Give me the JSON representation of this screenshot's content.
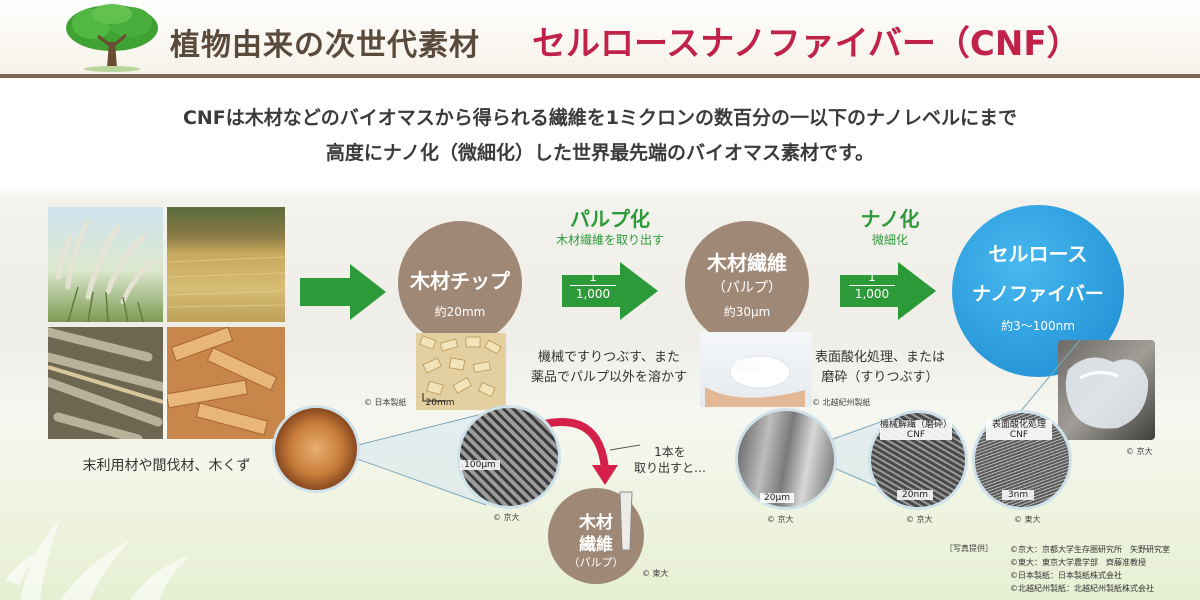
{
  "header": {
    "title_main": "植物由来の次世代素材",
    "title_accent": "セルロースナノファイバー（CNF）"
  },
  "intro": {
    "line1": "CNFは木材などのバイオマスから得られる繊維を1ミクロンの数百分の一以下のナノレベルにまで",
    "line2": "高度にナノ化（微細化）した世界最先端のバイオマス素材です。"
  },
  "source_caption": "末利用材や間伐材、木くず",
  "steps": {
    "pulp": {
      "title": "パルプ化",
      "sub": "木材繊維を取り出す",
      "frac_num": "1",
      "frac_den": "1,000"
    },
    "nano": {
      "title": "ナノ化",
      "sub": "微細化",
      "frac_num": "1",
      "frac_den": "1,000"
    }
  },
  "nodes": {
    "chip": {
      "label": "木材チップ",
      "size": "約20mm"
    },
    "fiber": {
      "label1": "木材繊維",
      "label2": "（パルプ）",
      "size": "約30μm"
    },
    "cnf": {
      "label1": "セルロース",
      "label2": "ナノファイバー",
      "size": "約3〜100nm"
    }
  },
  "descriptions": {
    "pulp_line1": "機械ですりつぶす、また",
    "pulp_line2": "薬品でパルプ以外を溶かす",
    "nano_line1": "表面酸化処理、または",
    "nano_line2": "磨砕（すりつぶす）"
  },
  "callout": {
    "line1": "1本を",
    "line2": "取り出すと…"
  },
  "fiber_bubble": {
    "line1": "木材",
    "line2": "繊維",
    "line3": "（パルプ）"
  },
  "scale_labels": {
    "chip_scale": "20mm",
    "cell_scale": "100μm",
    "fiber_scale": "20μm",
    "cnf_mech_title1": "機械解繊（磨砕）",
    "cnf_mech_title2": "CNF",
    "cnf_mech_scale": "20nm",
    "cnf_ox_title1": "表面酸化処理",
    "cnf_ox_title2": "CNF",
    "cnf_ox_scale": "3nm"
  },
  "credits": {
    "chip": "© 日本製紙",
    "fiber": "© 北越紀州製紙",
    "gel": "© 京大",
    "cells": "© 京大",
    "bubble": "© 東大",
    "fiberzoom": "© 京大",
    "mech": "© 京大",
    "ox": "© 東大"
  },
  "photo_credits": {
    "label": "［写真提供］",
    "line1": "©京大：京都大学生存圏研究所　矢野研究室",
    "line2": "©東大：東京大学農学部　齊藤准教授",
    "line3": "©日本製紙：日本製紙株式会社",
    "line4": "©北越紀州製紙：北越紀州製紙株式会社"
  },
  "colors": {
    "brand_brown": "#5a4a3c",
    "accent_red": "#c0224a",
    "arrow_green": "#2d9a3a",
    "node_brown": "#a08876",
    "cnf_blue": "#1a8ad0"
  }
}
